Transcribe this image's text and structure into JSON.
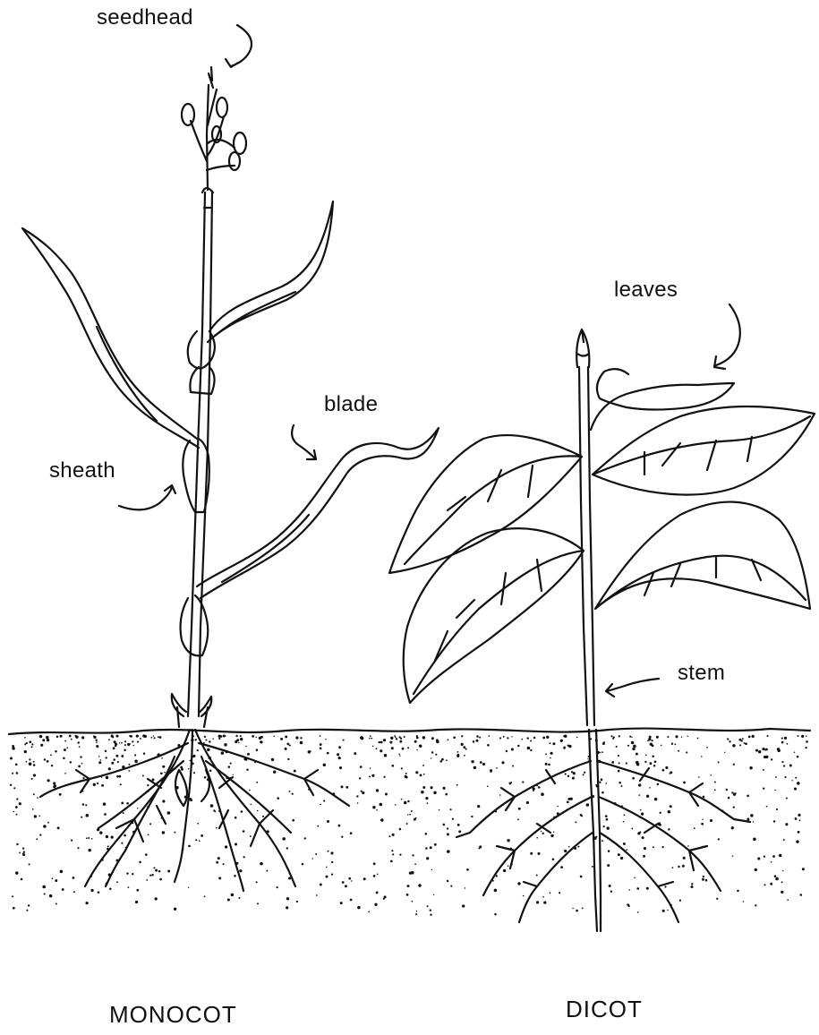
{
  "labels": {
    "seedhead": "seedhead",
    "leaves": "leaves",
    "blade": "blade",
    "sheath": "sheath",
    "stem": "stem"
  },
  "captions": {
    "monocot": "MONOCOT",
    "dicot": "DICOT"
  },
  "colors": {
    "ink": "#111111",
    "background": "#ffffff"
  }
}
